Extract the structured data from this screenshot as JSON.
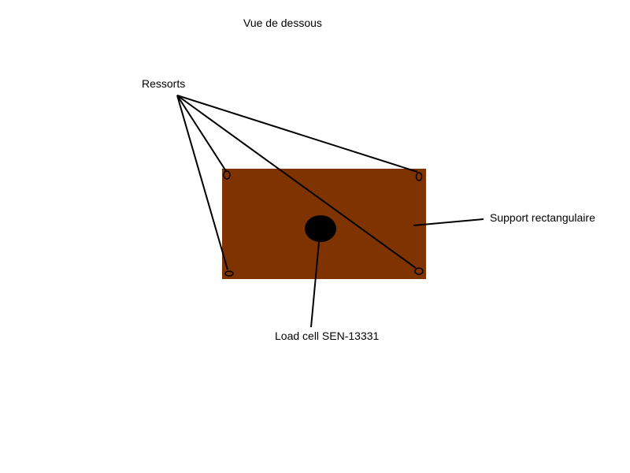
{
  "diagram": {
    "title": "Vue de dessous",
    "labels": {
      "springs": "Ressorts",
      "support": "Support rectangulaire",
      "load_cell": "Load cell SEN-13331"
    },
    "colors": {
      "background": "#ffffff",
      "support_fill": "#7f3300",
      "load_cell_fill": "#000000",
      "line": "#000000"
    },
    "components": [
      {
        "id": "support",
        "shape": "rectangle"
      },
      {
        "id": "load_cell",
        "shape": "ellipse"
      },
      {
        "id": "spring",
        "shape": "small-ellipse",
        "count": 4
      }
    ]
  }
}
